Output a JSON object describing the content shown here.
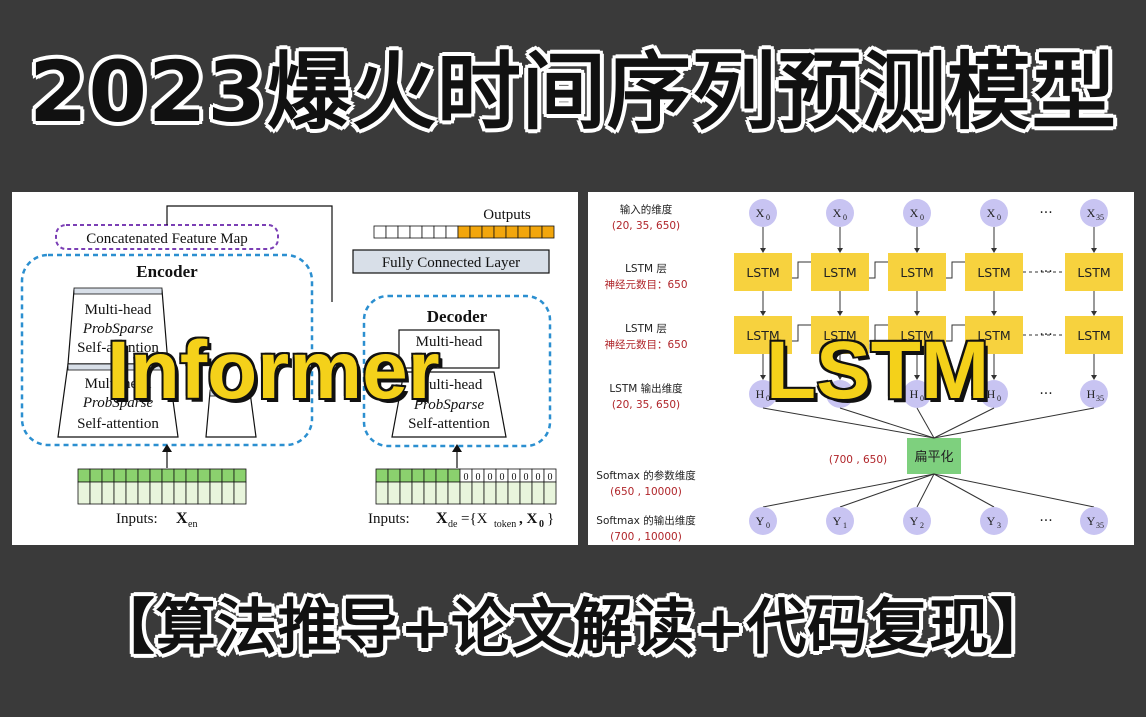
{
  "title": "2023爆火时间序列预测模型",
  "subtitle": "【算法推导+论文解读+代码复现】",
  "informer": {
    "overlay_label": "Informer",
    "feature_map": "Concatenated Feature Map",
    "encoder_title": "Encoder",
    "enc_block_1": [
      "Multi-head",
      "ProbSparse",
      "Self-attention"
    ],
    "enc_block_2": [
      "Multi-head",
      "ProbSparse",
      "Self-attention"
    ],
    "enc_inputs_label": "Inputs:",
    "enc_inputs_var": "X",
    "enc_inputs_sub": "en",
    "outputs": "Outputs",
    "fc_layer": "Fully Connected Layer",
    "decoder_title": "Decoder",
    "dec_block_top": "Multi-head",
    "dec_block": [
      "Multi-head",
      "ProbSparse",
      "Self-attention"
    ],
    "dec_zeros": [
      "0",
      "0",
      "0",
      "0",
      "0",
      "0",
      "0",
      "0"
    ],
    "dec_inputs_label": "Inputs:",
    "dec_inputs_formula": "X",
    "dec_inputs_sub": "de",
    "dec_inputs_set": "={X",
    "dec_inputs_token_sub": "token",
    "dec_inputs_end": ", X",
    "dec_inputs_zero_sub": "0",
    "dec_inputs_close": "}"
  },
  "lstm": {
    "overlay_label": "LSTM",
    "input_dim_title": "输入的维度",
    "input_dim_value": "(20, 35, 650)",
    "layer1_title": "LSTM 层",
    "layer1_neurons": "神经元数目：650",
    "layer2_title": "LSTM 层",
    "layer2_neurons": "神经元数目：650",
    "out_dim_title": "LSTM 输出维度",
    "out_dim_value": "(20, 35, 650)",
    "flatten_dim": "(700 , 650)",
    "flatten_label": "扁平化",
    "softmax_param_title": "Softmax 的参数维度",
    "softmax_param_value": "(650 , 10000)",
    "softmax_out_title": "Softmax 的输出维度",
    "softmax_out_value": "(700 , 10000)",
    "x_nodes": [
      {
        "base": "X",
        "sub": "0"
      },
      {
        "base": "X",
        "sub": "0"
      },
      {
        "base": "X",
        "sub": "0"
      },
      {
        "base": "X",
        "sub": "0"
      },
      {
        "base": "X",
        "sub": "35"
      }
    ],
    "h_nodes": [
      {
        "base": "H",
        "sub": "0"
      },
      {
        "base": "H",
        "sub": "0"
      },
      {
        "base": "H",
        "sub": "0"
      },
      {
        "base": "H",
        "sub": "0"
      },
      {
        "base": "H",
        "sub": "35"
      }
    ],
    "y_nodes": [
      {
        "base": "Y",
        "sub": "0"
      },
      {
        "base": "Y",
        "sub": "1"
      },
      {
        "base": "Y",
        "sub": "2"
      },
      {
        "base": "Y",
        "sub": "3"
      },
      {
        "base": "Y",
        "sub": "35"
      }
    ],
    "lstm_cell": "LSTM",
    "ellipsis": "···",
    "colors": {
      "node": "#c8c4f2",
      "cell": "#f7d23e",
      "flatten": "#7ed07e",
      "red": "#b0252a"
    }
  }
}
